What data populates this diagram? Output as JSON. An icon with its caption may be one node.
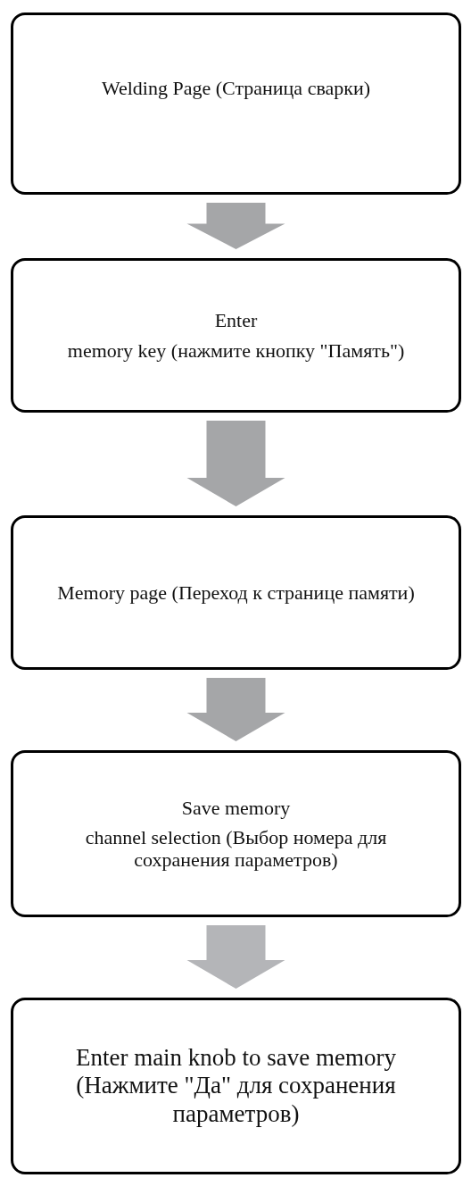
{
  "diagram": {
    "nodes": [
      {
        "text": [
          "Welding Page (Страница сварки)"
        ]
      },
      {
        "text": [
          "Enter",
          "memory key (нажмите кнопку \"Память\")"
        ]
      },
      {
        "text": [
          "Memory page (Переход к странице памяти)"
        ]
      },
      {
        "text": [
          "Save memory",
          "channel selection (Выбор номера для сохранения параметров)"
        ]
      },
      {
        "text": [
          "Enter main knob to save memory (Нажмите \"Да\" для сохранения параметров)"
        ]
      }
    ],
    "edges": [
      {
        "from": 0,
        "to": 1,
        "arrow": "to"
      },
      {
        "from": 1,
        "to": 2,
        "arrow": "to"
      },
      {
        "from": 2,
        "to": 3,
        "arrow": "to"
      },
      {
        "from": 3,
        "to": 4,
        "arrow": "to",
        "color": "#b4b5b8"
      }
    ]
  }
}
